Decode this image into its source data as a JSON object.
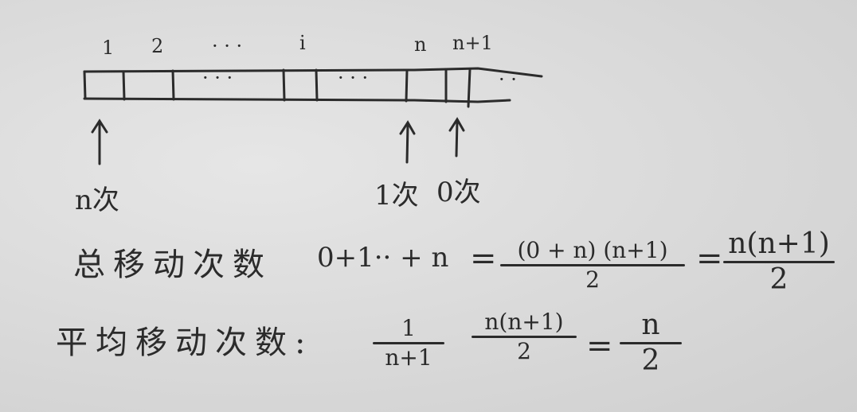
{
  "array_indices": [
    "1",
    "2",
    "· · ·",
    "i",
    "n",
    "n+1"
  ],
  "cell_dots": [
    "· · ·",
    "· · ·",
    "· ·"
  ],
  "arrow_labels": [
    "n次",
    "1次",
    "0次"
  ],
  "total_moves": {
    "label": "总移动次数",
    "expression": "0+1·· + n",
    "equals_1": "=",
    "frac1_num": "(0 + n) (n+1)",
    "frac1_den": "2",
    "equals_2": "=",
    "frac2_num": "n(n+1)",
    "frac2_den": "2"
  },
  "avg_moves": {
    "label": "平均移动次数:",
    "frac1_num": "1",
    "frac1_den": "n+1",
    "frac2_num": "n(n+1)",
    "frac2_den": "2",
    "equals": "=",
    "frac3_num": "n",
    "frac3_den": "2"
  }
}
